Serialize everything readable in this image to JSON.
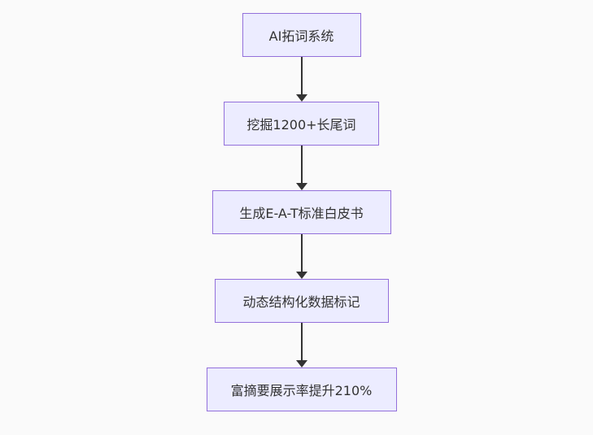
{
  "diagram": {
    "type": "flowchart",
    "direction": "top-down",
    "nodes": [
      {
        "id": "A",
        "label": "AI拓词系统"
      },
      {
        "id": "B",
        "label": "挖掘1200+长尾词"
      },
      {
        "id": "C",
        "label": "生成E-A-T标准白皮书"
      },
      {
        "id": "D",
        "label": "动态结构化数据标记"
      },
      {
        "id": "E",
        "label": "富摘要展示率提升210%"
      }
    ],
    "edges": [
      {
        "from": "A",
        "to": "B"
      },
      {
        "from": "B",
        "to": "C"
      },
      {
        "from": "C",
        "to": "D"
      },
      {
        "from": "D",
        "to": "E"
      }
    ],
    "colors": {
      "background": "#fafafa",
      "node_fill": "#ececff",
      "node_border": "#9370db",
      "node_text": "#333333",
      "edge": "#333333"
    }
  }
}
